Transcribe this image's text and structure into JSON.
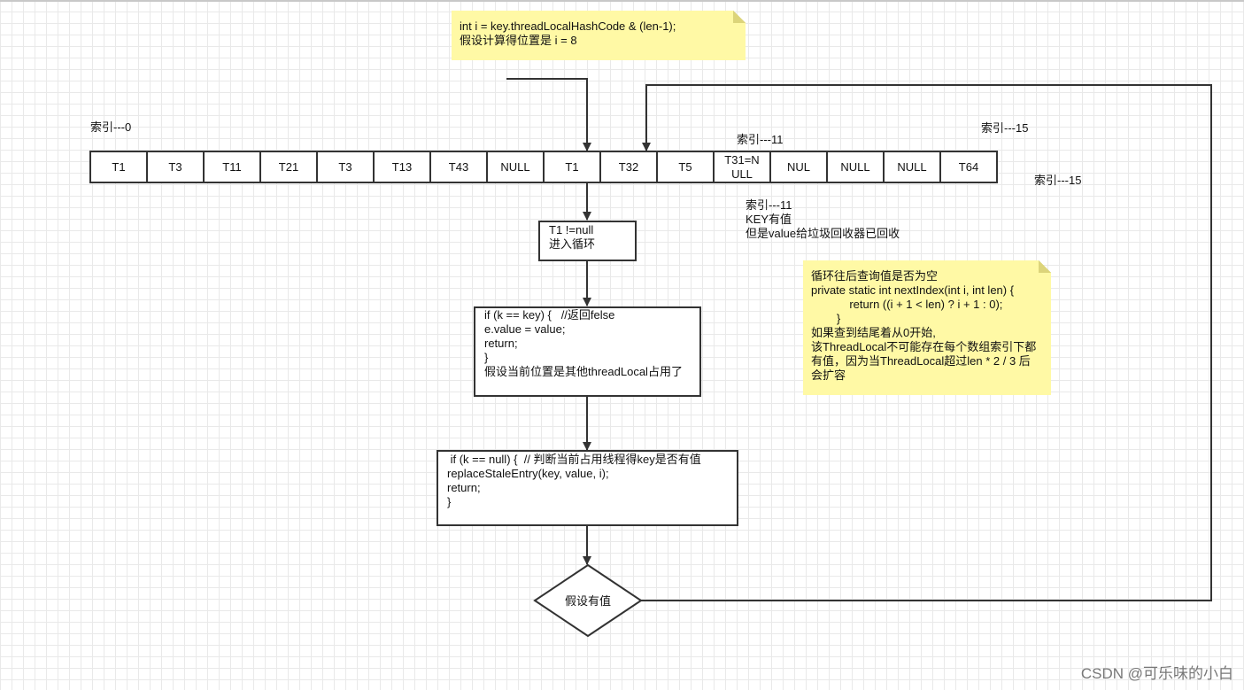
{
  "note_top": {
    "line1": "int i = key.threadLocalHashCode & (len-1);",
    "line2": "假设计算得位置是 i = 8"
  },
  "labels": {
    "index0": "索引---0",
    "index11_top": "索引---11",
    "index15_top": "索引---15",
    "index15_right": "索引---15",
    "index11_note": "索引---11\nKEY有值\n但是value给垃圾回收器已回收"
  },
  "cells": [
    "T1",
    "T3",
    "T11",
    "T21",
    "T3",
    "T13",
    "T43",
    "NULL",
    "T1",
    "T32",
    "T5",
    "T31=N\nULL",
    "NUL",
    "NULL",
    "NULL",
    "T64"
  ],
  "box1": "T1 !=null\n进入循环",
  "box2": "if (k == key) {   //返回felse\ne.value = value;\nreturn;\n}\n假设当前位置是其他threadLocal占用了",
  "box3": " if (k == null) {  // 判断当前占用线程得key是否有值\nreplaceStaleEntry(key, value, i);\nreturn;\n}",
  "diamond": "假设有值",
  "note_right": "循环往后查询值是否为空\nprivate static int nextIndex(int i, int len) {\n            return ((i + 1 < len) ? i + 1 : 0);\n        }\n如果查到结尾着从0开始,\n该ThreadLocal不可能存在每个数组索引下都\n有值，因为当ThreadLocal超过len * 2 / 3 后\n会扩容",
  "watermark": "CSDN @可乐味的小白",
  "colors": {
    "note_bg": "#fff9a5",
    "stroke": "#333333",
    "grid": "#e9e9e9"
  }
}
